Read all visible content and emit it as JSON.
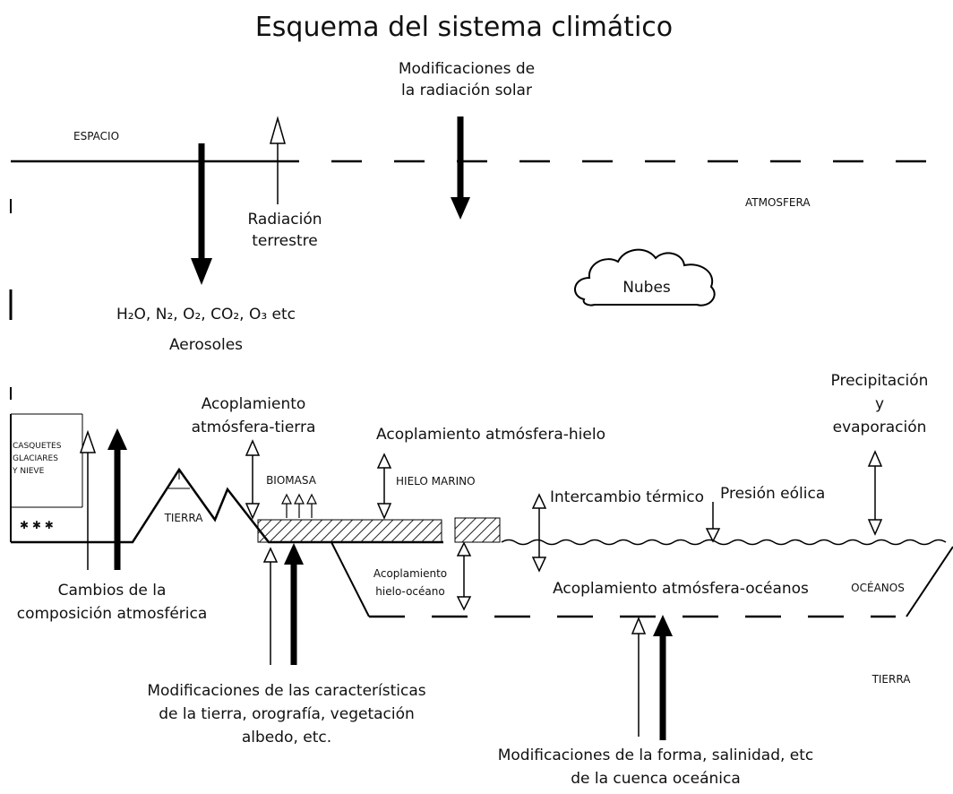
{
  "title": "Esquema del sistema climático",
  "corner_note": "",
  "labels": {
    "espacio": "ESPACIO",
    "atmosfera": "ATMOSFERA",
    "mod_radiacion_solar_1": "Modificaciones de",
    "mod_radiacion_solar_2": "la radiación solar",
    "radiacion_terrestre_1": "Radiación",
    "radiacion_terrestre_2": "terrestre",
    "nubes": "Nubes",
    "gases": "H₂O, N₂, O₂, CO₂, O₃ etc",
    "aerosoles": "Aerosoles",
    "acopl_atm_tierra_1": "Acoplamiento",
    "acopl_atm_tierra_2": "atmósfera-tierra",
    "acopl_atm_hielo": "Acoplamiento atmósfera-hielo",
    "precipitacion_1": "Precipitación",
    "precipitacion_2": "y",
    "precipitacion_3": "evaporación",
    "casquetes_1": "CASQUETES",
    "casquetes_2": "GLACIARES",
    "casquetes_3": "Y NIEVE",
    "biomasa": "BIOMASA",
    "hielo_marino": "HIELO MARINO",
    "tierra_mountain": "TIERRA",
    "intercambio_termico": "Intercambio térmico",
    "presion_eolica": "Presión eólica",
    "acopl_hielo_oceano_1": "Acoplamiento",
    "acopl_hielo_oceano_2": "hielo-océano",
    "acopl_atm_oceano": "Acoplamiento atmósfera-océanos",
    "oceanos": "OCÉANOS",
    "tierra_bottom": "TIERRA",
    "cambios_comp_1": "Cambios de la",
    "cambios_comp_2": "composición atmosférica",
    "mod_tierra_1": "Modificaciones de las características",
    "mod_tierra_2": "de la tierra, orografía, vegetación",
    "mod_tierra_3": "albedo, etc.",
    "mod_oceano_1": "Modificaciones de la forma, salinidad, etc",
    "mod_oceano_2": "de la cuenca oceánica"
  }
}
